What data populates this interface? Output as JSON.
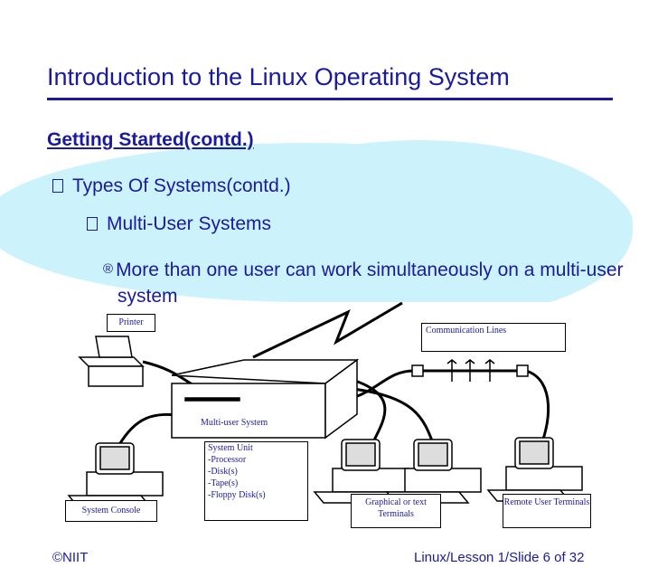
{
  "header": {
    "title": "Introduction to the Linux Operating System"
  },
  "content": {
    "subheading": "Getting Started(contd.)",
    "bullet_level1": "Types Of Systems(contd.)",
    "bullet_level2": "Multi-User Systems",
    "bullet_level3": "More than one user can work simultaneously on a multi-user system"
  },
  "diagram": {
    "labels": {
      "printer": "Printer",
      "communication_lines": "Communication Lines",
      "multi_user_system": "Multi-user System",
      "system_unit": [
        "System Unit",
        "-Processor",
        "-Disk(s)",
        "-Tape(s)",
        "-Floppy Disk(s)"
      ],
      "system_console": "System Console",
      "graphical_terminals": "Graphical or text Terminals",
      "remote_terminals": "Remote User Terminals"
    }
  },
  "footer": {
    "left": "©NIIT",
    "right": "Linux/Lesson 1/Slide 6 of 32"
  },
  "colors": {
    "text": "#1a1aa0",
    "highlight": "#ccf2fb"
  }
}
